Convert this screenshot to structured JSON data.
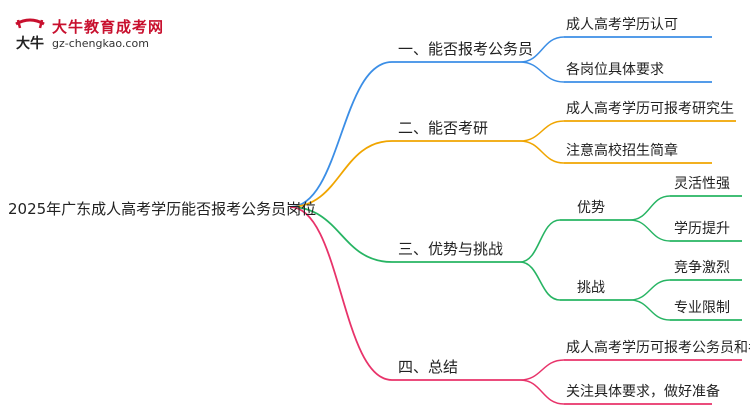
{
  "logo": {
    "title": "大牛教育成考网",
    "url": "gz-chengkao.com",
    "mark_text": "大牛"
  },
  "root": {
    "label": "2025年广东成人高考学历能否报考公务员岗位"
  },
  "branches": [
    {
      "label": "一、能否报考公务员",
      "color": "#3b8ee6",
      "leaves": [
        "成人高考学历认可",
        "各岗位具体要求"
      ]
    },
    {
      "label": "二、能否考研",
      "color": "#f0a500",
      "leaves": [
        "成人高考学历可报考研究生",
        "注意高校招生简章"
      ]
    },
    {
      "label": "三、优势与挑战",
      "color": "#27b463",
      "subgroups": [
        {
          "label": "优势",
          "leaves": [
            "灵活性强",
            "学历提升"
          ]
        },
        {
          "label": "挑战",
          "leaves": [
            "竞争激烈",
            "专业限制"
          ]
        }
      ]
    },
    {
      "label": "四、总结",
      "color": "#e8336a",
      "leaves": [
        "成人高考学历可报考公务员和考研",
        "关注具体要求，做好准备"
      ]
    }
  ]
}
